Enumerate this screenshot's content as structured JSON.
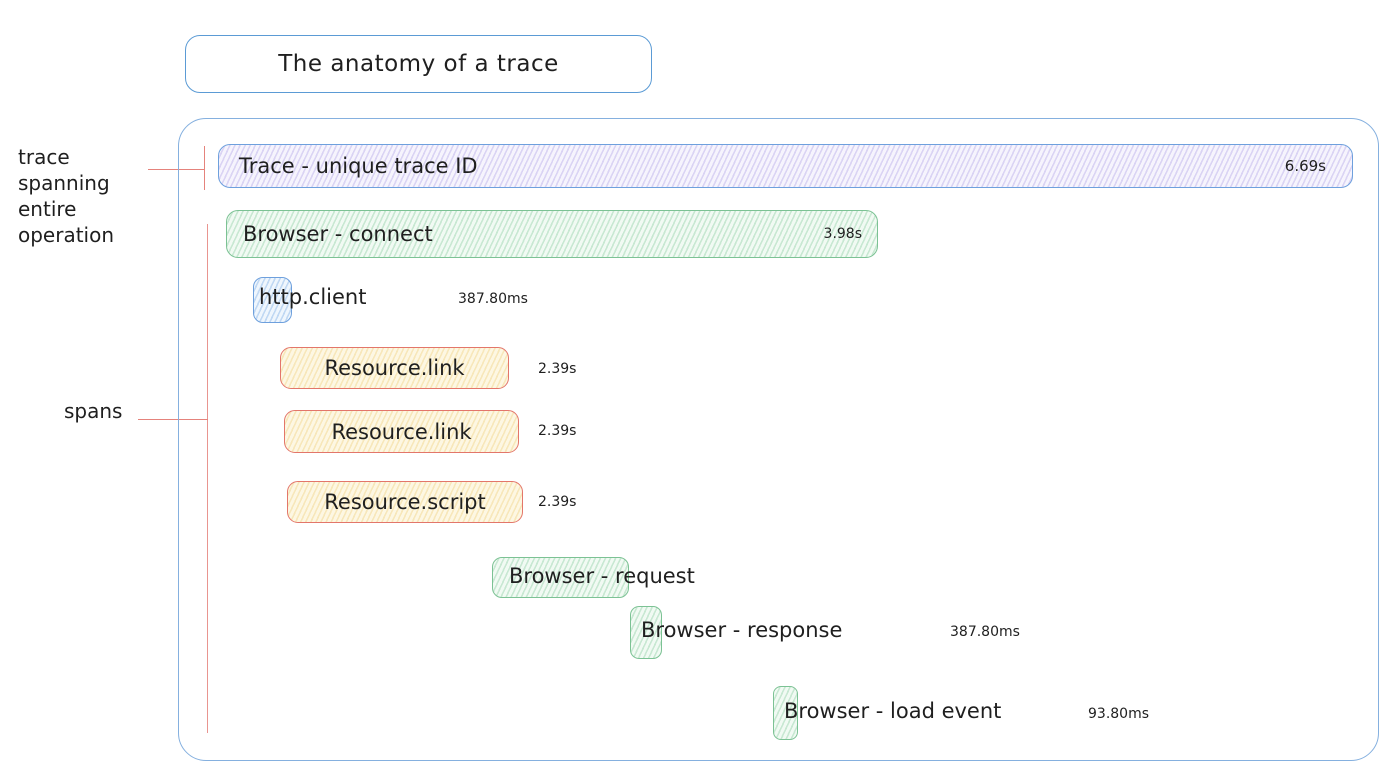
{
  "title": "The anatomy of a trace",
  "annotations": {
    "trace_note": "trace spanning entire operation",
    "spans_note": "spans"
  },
  "trace": {
    "label": "Trace - unique trace ID",
    "duration": "6.69s"
  },
  "spans": [
    {
      "label": "Browser - connect",
      "duration": "3.98s",
      "color": "green"
    },
    {
      "label": "http.client",
      "duration": "387.80ms",
      "color": "blue"
    },
    {
      "label": "Resource.link",
      "duration": "2.39s",
      "color": "yellow"
    },
    {
      "label": "Resource.link",
      "duration": "2.39s",
      "color": "yellow"
    },
    {
      "label": "Resource.script",
      "duration": "2.39s",
      "color": "yellow"
    },
    {
      "label": "Browser - request",
      "duration": null,
      "color": "green"
    },
    {
      "label": "Browser - response",
      "duration": "387.80ms",
      "color": "green"
    },
    {
      "label": "Browser - load event",
      "duration": "93.80ms",
      "color": "green"
    }
  ],
  "colors": {
    "blue_border": "#6ea0dd",
    "green_border": "#7cc294",
    "yellow_border": "#e3766a",
    "lavender_fill": "#f6f4fd",
    "green_fill": "#f1faf3",
    "blue_fill": "#eff6fd",
    "yellow_fill": "#fdf7e3",
    "annotation_red": "#e5837c",
    "container_blue": "#85b0df",
    "text": "#1f1f1f"
  }
}
